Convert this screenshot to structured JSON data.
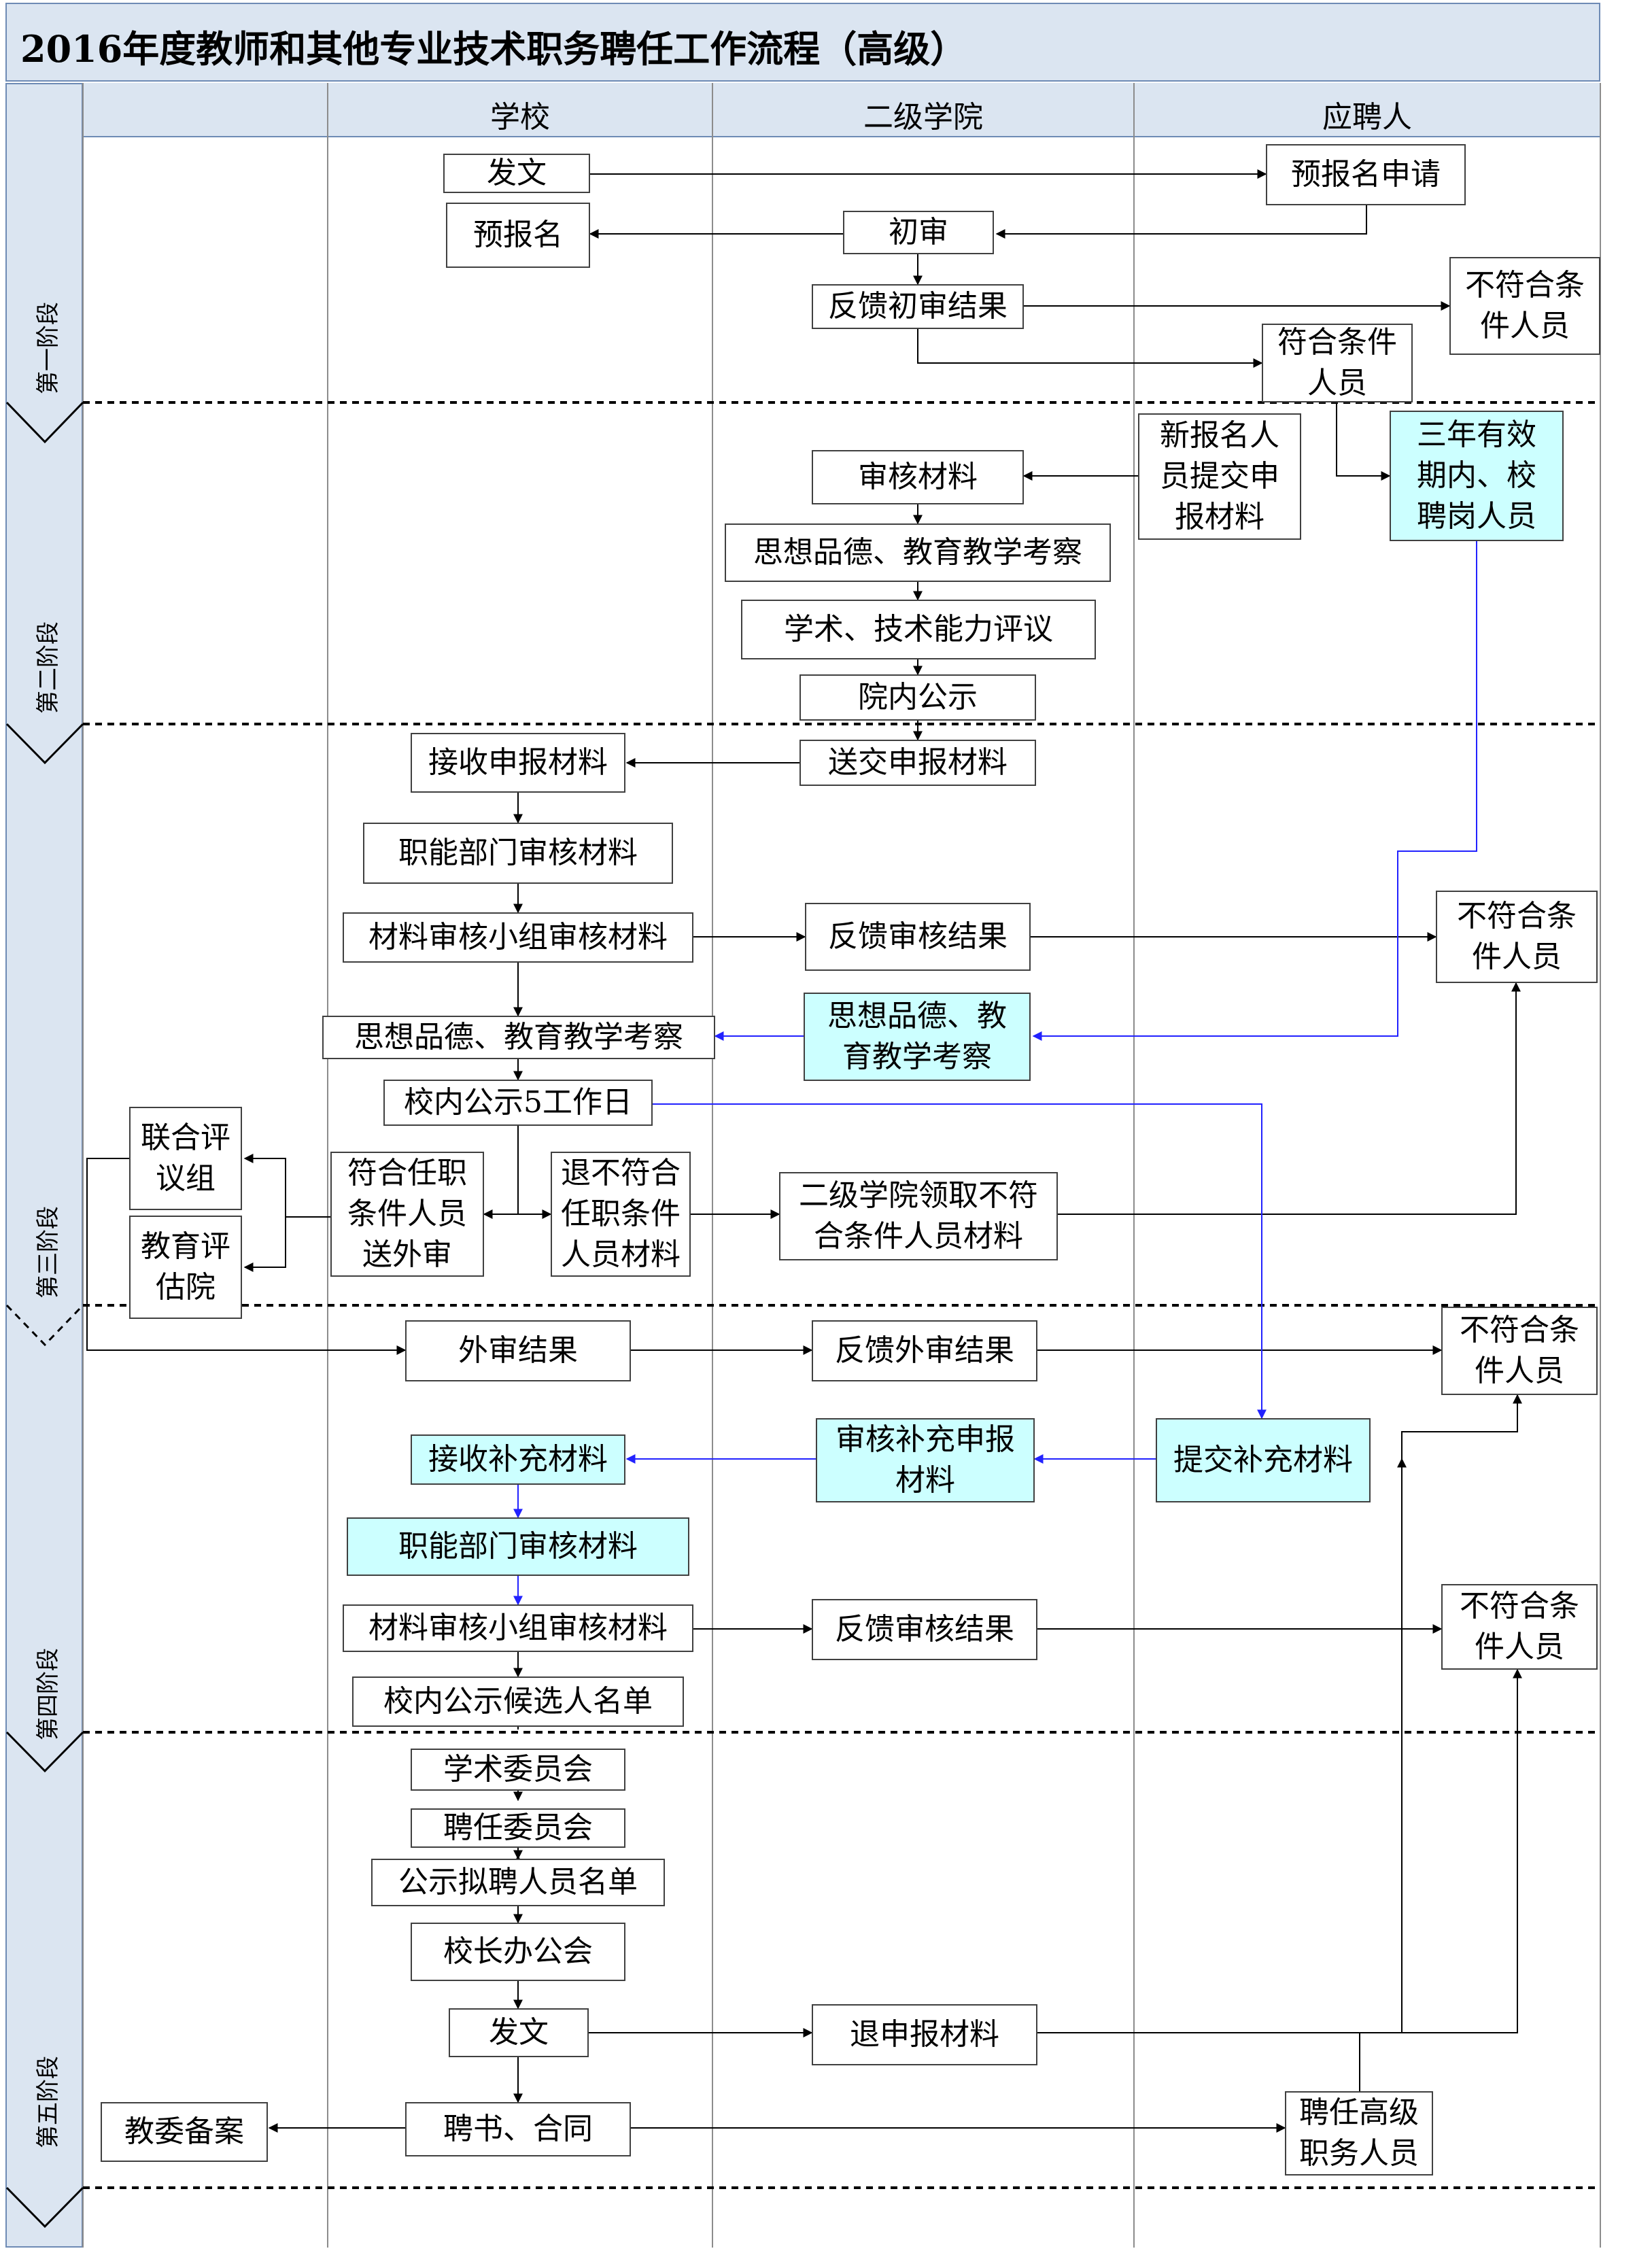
{
  "title": "2016年度教师和其他专业技术职务聘任工作流程（高级）",
  "columns": [
    "学校",
    "二级学院",
    "应聘人"
  ],
  "stages": [
    "第一阶段",
    "第二阶段",
    "第三阶段",
    "第四阶段",
    "第五阶段"
  ],
  "colors": {
    "header_bg": "#dbe5f1",
    "highlight_bg": "#ccffff",
    "blue_line": "#3333ff",
    "border": "#404040"
  },
  "nodes": {
    "s1_fawen": "发文",
    "s1_yubaoming": "预报名",
    "s1_chushen": "初审",
    "s1_fankui_chushen": "反馈初审结果",
    "s1_yubaoming_shenqing": "预报名申请",
    "s1_bufuhe": "不符合条\n件人员",
    "s1_fuhe": "符合条件\n人员",
    "s2_shenhe": "审核材料",
    "s2_sixiang": "思想品德、教育教学考察",
    "s2_xueshu": "学术、技术能力评议",
    "s2_yuannei": "院内公示",
    "s2_xinbaoming": "新报名人\n员提交申\n报材料",
    "s2_sannian": "三年有效\n期内、校\n聘岗人员",
    "s3_songjiao": "送交申报材料",
    "s3_jieshou": "接收申报材料",
    "s3_zhineng": "职能部门审核材料",
    "s3_xiaozu": "材料审核小组审核材料",
    "s3_fankui": "反馈审核结果",
    "s3_bufuhe": "不符合条\n件人员",
    "s3_sixiang_school": "思想品德、教育教学考察",
    "s3_sixiang_college": "思想品德、教\n育教学考察",
    "s3_gongshi": "校内公示5工作日",
    "s3_lianhe": "联合评\n议组",
    "s3_jiaoyu": "教育评\n估院",
    "s3_fuhe_waishen": "符合任职\n条件人员\n送外审",
    "s3_tui": "退不符合\n任职条件\n人员材料",
    "s3_lingqu": "二级学院领取不符\n合条件人员材料",
    "s4_waishen": "外审结果",
    "s4_fankui_waishen": "反馈外审结果",
    "s4_bufuhe1": "不符合条\n件人员",
    "s4_jieshou_buchong": "接收补充材料",
    "s4_shenhe_buchong": "审核补充申报\n材料",
    "s4_tijiao_buchong": "提交补充材料",
    "s4_zhineng": "职能部门审核材料",
    "s4_xiaozu": "材料审核小组审核材料",
    "s4_fankui": "反馈审核结果",
    "s4_bufuhe2": "不符合条\n件人员",
    "s4_gongshi": "校内公示候选人名单",
    "s5_xueshu": "学术委员会",
    "s5_pinren": "聘任委员会",
    "s5_gongshi": "公示拟聘人员名单",
    "s5_xiaozhang": "校长办公会",
    "s5_fawen": "发文",
    "s5_tui": "退申报材料",
    "s5_jiaowei": "教委备案",
    "s5_pinshu": "聘书、合同",
    "s5_pinren_gaoji": "聘任高级\n职务人员"
  }
}
